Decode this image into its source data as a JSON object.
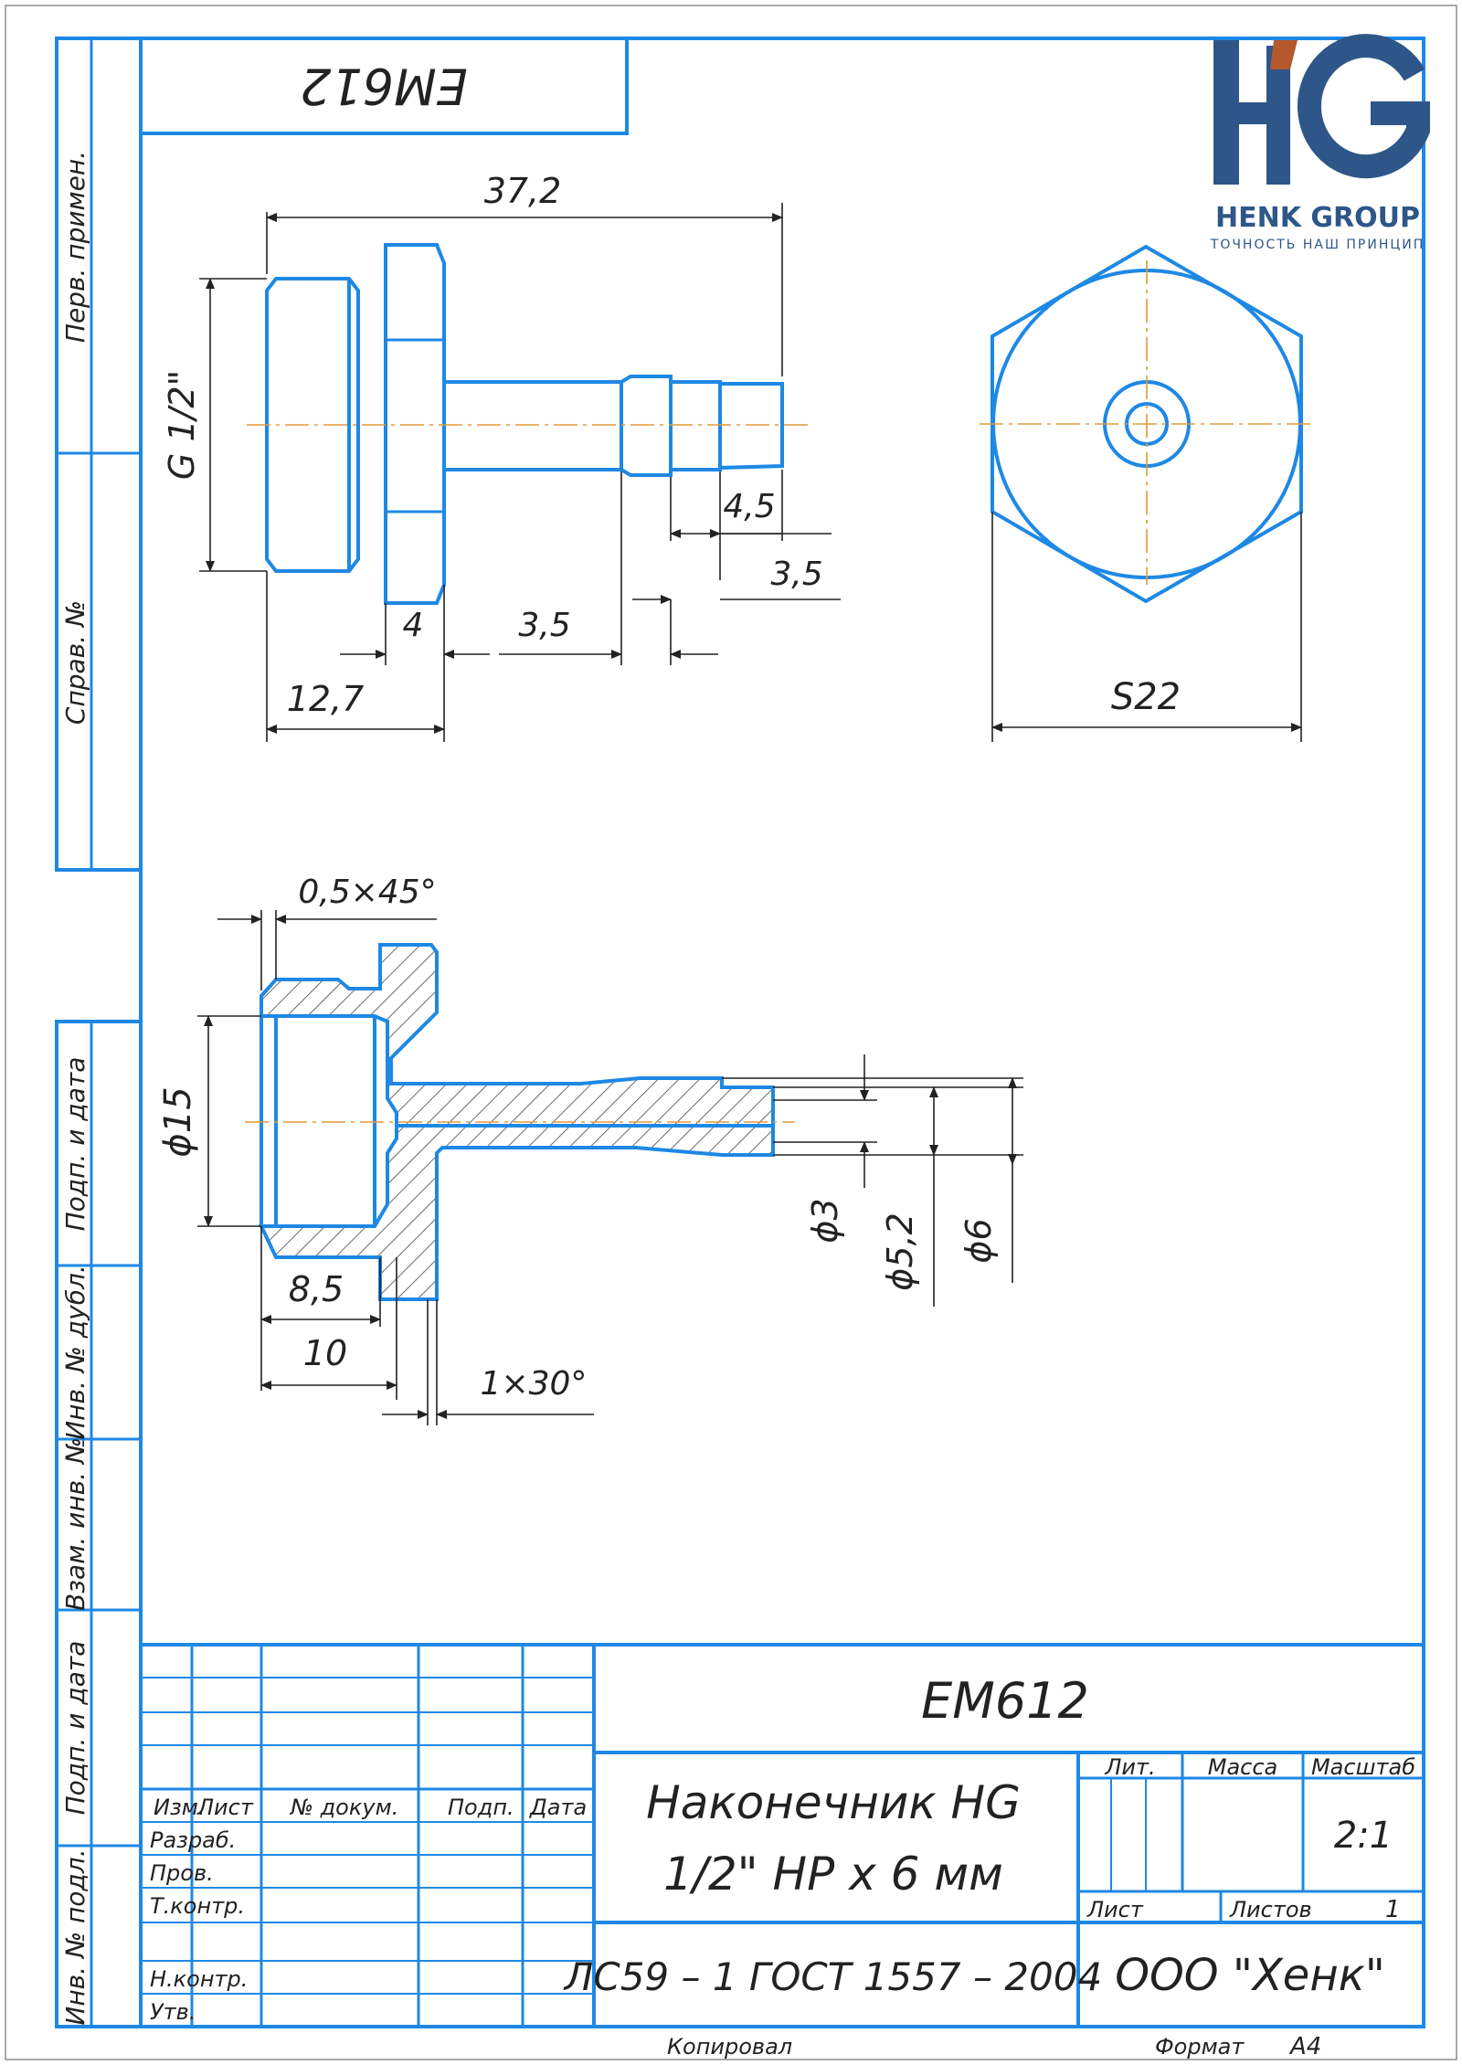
{
  "drawing": {
    "code": "ЕМ612",
    "code_rotated": "ЕМ612",
    "name_line1": "Наконечник HG",
    "name_line2": "1/2\" НР х 6 мм",
    "material": "ЛС59 – 1 ГОСТ 1557 – 2004",
    "company": "ООО \"Хенк\"",
    "scale": "2:1",
    "sheets_total": "1"
  },
  "logo": {
    "monogram": "HG",
    "brand": "HENK GROUP",
    "tagline": "ТОЧНОСТЬ НАШ ПРИНЦИП",
    "color_blue": "#2e5688",
    "color_accent": "#b4582d"
  },
  "side_labels": [
    "Перв. примен.",
    "Справ. №",
    "Подп. и дата",
    "Инв. № дубл.",
    "Взам. инв. №",
    "Подп. и дата",
    "Инв. № подл."
  ],
  "title_block": {
    "col_headers": [
      "Изм.",
      "Лист",
      "№ докум.",
      "Подп.",
      "Дата"
    ],
    "role_labels": [
      "Разраб.",
      "Пров.",
      "Т.контр.",
      "Н.контр.",
      "Утв."
    ],
    "lit_label": "Лит.",
    "mass_label": "Масса",
    "scale_label": "Масштаб",
    "sheet_label": "Лист",
    "sheets_label": "Листов",
    "copied_label": "Копировал",
    "format_label": "Формат",
    "format_value": "А4"
  },
  "dimensions": {
    "overall_length": "37,2",
    "thread": "G 1/2\"",
    "rib_width_1": "4,5",
    "rib_width_2": "3,5",
    "flange_thickness": "4",
    "spacing": "3,5",
    "thread_length": "12,7",
    "hex_size": "S22",
    "chamfer_outer": "0,5×45°",
    "bore_diameter": "ϕ15",
    "bore_depth_1": "8,5",
    "bore_depth_2": "10",
    "chamfer_inner": "1×30°",
    "dia_small": "ϕ3",
    "dia_mid": "ϕ5,2",
    "dia_large": "ϕ6"
  },
  "colors": {
    "frame": "#1e88e5",
    "axis": "#e39a3a",
    "hatch": "#444444"
  }
}
